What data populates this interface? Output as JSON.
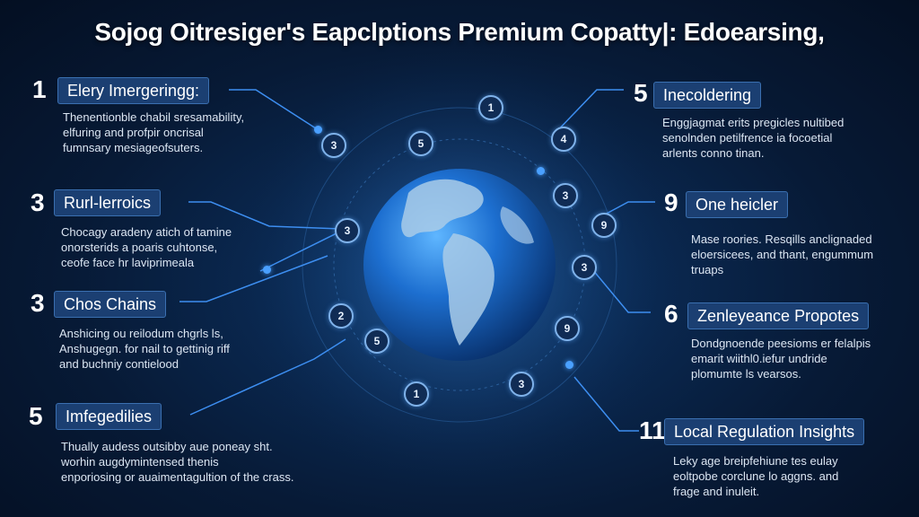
{
  "title": "Sojog Oitresiger's Eapclptions Premium Copatty|: Edoearsing,",
  "left_items": [
    {
      "number": "1",
      "label": "Elery Imergeringg:",
      "desc": [
        "Thenentionble chabil sresamability,",
        "elfuring and profpir oncrisal",
        "fumnsary mesiageofsuters."
      ]
    },
    {
      "number": "3",
      "label": "Rurl-lerroics",
      "desc": [
        "Chocagy aradeny atich of tamine",
        "onorsterids a poaris cuhtonse,",
        "ceofe face hr laviprimeala"
      ]
    },
    {
      "number": "3",
      "label": "Chos Chains",
      "desc": [
        "Anshicing ou reilodum chgrls ls,",
        "Anshugegn. for nail to gettinig riff",
        "and buchniy contielood"
      ]
    },
    {
      "number": "5",
      "label": "Imfegedilies",
      "desc": [
        "Thually audess outsibby aue poneay sht.",
        "worhin augdymintensed thenis",
        "enporiosing or auaimentagultion of the crass."
      ]
    }
  ],
  "right_items": [
    {
      "number": "5",
      "label": "Inecoldering",
      "desc": [
        "Enggjagmat erits pregicles nultibed",
        "senolnden petilfrence ia focoetial",
        "arlents conno tinan."
      ]
    },
    {
      "number": "9",
      "label": "One heicler",
      "desc": [
        "Mase roories.  Resqills anclignaded",
        "eloersicees,  and thant, engummum",
        "truaps"
      ]
    },
    {
      "number": "6",
      "label": "Zenleyeance Propotes",
      "desc": [
        "Dondgnoende peesioms er felalpis",
        "emarit wiithl0.iefur undride",
        "plomumte ls vearsos."
      ]
    }
  ],
  "bottom_right": {
    "number": "11",
    "label": "Local Regulation Insights",
    "desc": [
      "Leky age breipfehiune tes eulay",
      "eoltpobe corclune lo aggns. and",
      "frage and inuleit."
    ]
  },
  "ring_numbers": [
    "1",
    "5",
    "4",
    "3",
    "3",
    "3",
    "9",
    "3",
    "2",
    "9",
    "5",
    "1"
  ],
  "colors": {
    "accent": "#2f8fff",
    "line": "#3d8ef0",
    "label_bg": "#1b3f72"
  }
}
